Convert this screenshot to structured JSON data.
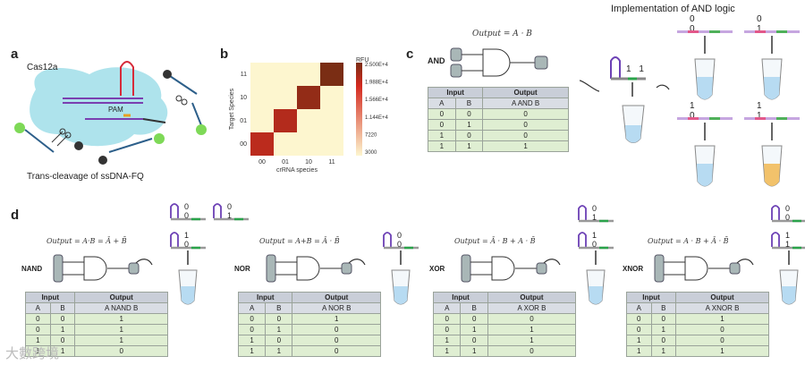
{
  "panels": {
    "a": "a",
    "b": "b",
    "c": "c",
    "d": "d"
  },
  "panel_a": {
    "enzyme": "Cas12a",
    "pam": "PAM",
    "caption": "Trans-cleavage of ssDNA-FQ"
  },
  "chart_data": {
    "type": "heatmap",
    "x_categories": [
      "00",
      "01",
      "10",
      "11"
    ],
    "y_categories": [
      "00",
      "01",
      "10",
      "11"
    ],
    "xlabel": "crRNA species",
    "ylabel": "Target Species",
    "colorbar_title": "RFU",
    "colorbar_ticks": [
      "2.500E+4",
      "1.988E+4",
      "1.566E+4",
      "1.144E+4",
      "7220",
      "3000"
    ],
    "values": [
      [
        21000,
        3000,
        3000,
        3000
      ],
      [
        3000,
        21500,
        3000,
        3000
      ],
      [
        3000,
        3000,
        23500,
        3000
      ],
      [
        3000,
        3000,
        3000,
        25000
      ]
    ],
    "vmin": 3000,
    "vmax": 25000,
    "colors": {
      "low": "#fdf6cf",
      "mid": "#d42a20",
      "high": "#7a2d14"
    }
  },
  "panel_c": {
    "title": "Implementation of AND logic",
    "gate_name": "AND",
    "equation": "Output = A · B",
    "table": {
      "group_input": "Input",
      "group_output": "Output",
      "cols": [
        "A",
        "B",
        "A AND B"
      ],
      "rows": [
        [
          "0",
          "0",
          "0"
        ],
        [
          "0",
          "1",
          "0"
        ],
        [
          "1",
          "0",
          "0"
        ],
        [
          "1",
          "1",
          "1"
        ]
      ]
    },
    "center_bits": "1 1",
    "tube_bits": [
      "0 0",
      "0 1",
      "1 0",
      "1 1"
    ]
  },
  "panel_d": {
    "top_bits": [
      "0 0",
      "0 1"
    ],
    "gates": [
      {
        "name": "NAND",
        "equation": "Output = A·B = Ā + B̄",
        "bits": [
          "1 0"
        ],
        "cols": [
          "A",
          "B",
          "A NAND B"
        ],
        "rows": [
          [
            "0",
            "0",
            "1"
          ],
          [
            "0",
            "1",
            "1"
          ],
          [
            "1",
            "0",
            "1"
          ],
          [
            "1",
            "1",
            "0"
          ]
        ]
      },
      {
        "name": "NOR",
        "equation": "Output = A+B = Ā · B̄",
        "bits": [
          "0 0"
        ],
        "cols": [
          "A",
          "B",
          "A NOR B"
        ],
        "rows": [
          [
            "0",
            "0",
            "1"
          ],
          [
            "0",
            "1",
            "0"
          ],
          [
            "1",
            "0",
            "0"
          ],
          [
            "1",
            "1",
            "0"
          ]
        ]
      },
      {
        "name": "XOR",
        "equation": "Output = Ā · B + A · B̄",
        "bits": [
          "0 1",
          "1 0"
        ],
        "cols": [
          "A",
          "B",
          "A XOR B"
        ],
        "rows": [
          [
            "0",
            "0",
            "0"
          ],
          [
            "0",
            "1",
            "1"
          ],
          [
            "1",
            "0",
            "1"
          ],
          [
            "1",
            "1",
            "0"
          ]
        ]
      },
      {
        "name": "XNOR",
        "equation": "Output = A · B + Ā · B̄",
        "bits": [
          "0 0",
          "1 1"
        ],
        "cols": [
          "A",
          "B",
          "A XNOR B"
        ],
        "rows": [
          [
            "0",
            "0",
            "1"
          ],
          [
            "0",
            "1",
            "0"
          ],
          [
            "1",
            "0",
            "0"
          ],
          [
            "1",
            "1",
            "1"
          ]
        ]
      }
    ],
    "group_input": "Input",
    "group_output": "Output"
  },
  "watermark": "大數跨境"
}
